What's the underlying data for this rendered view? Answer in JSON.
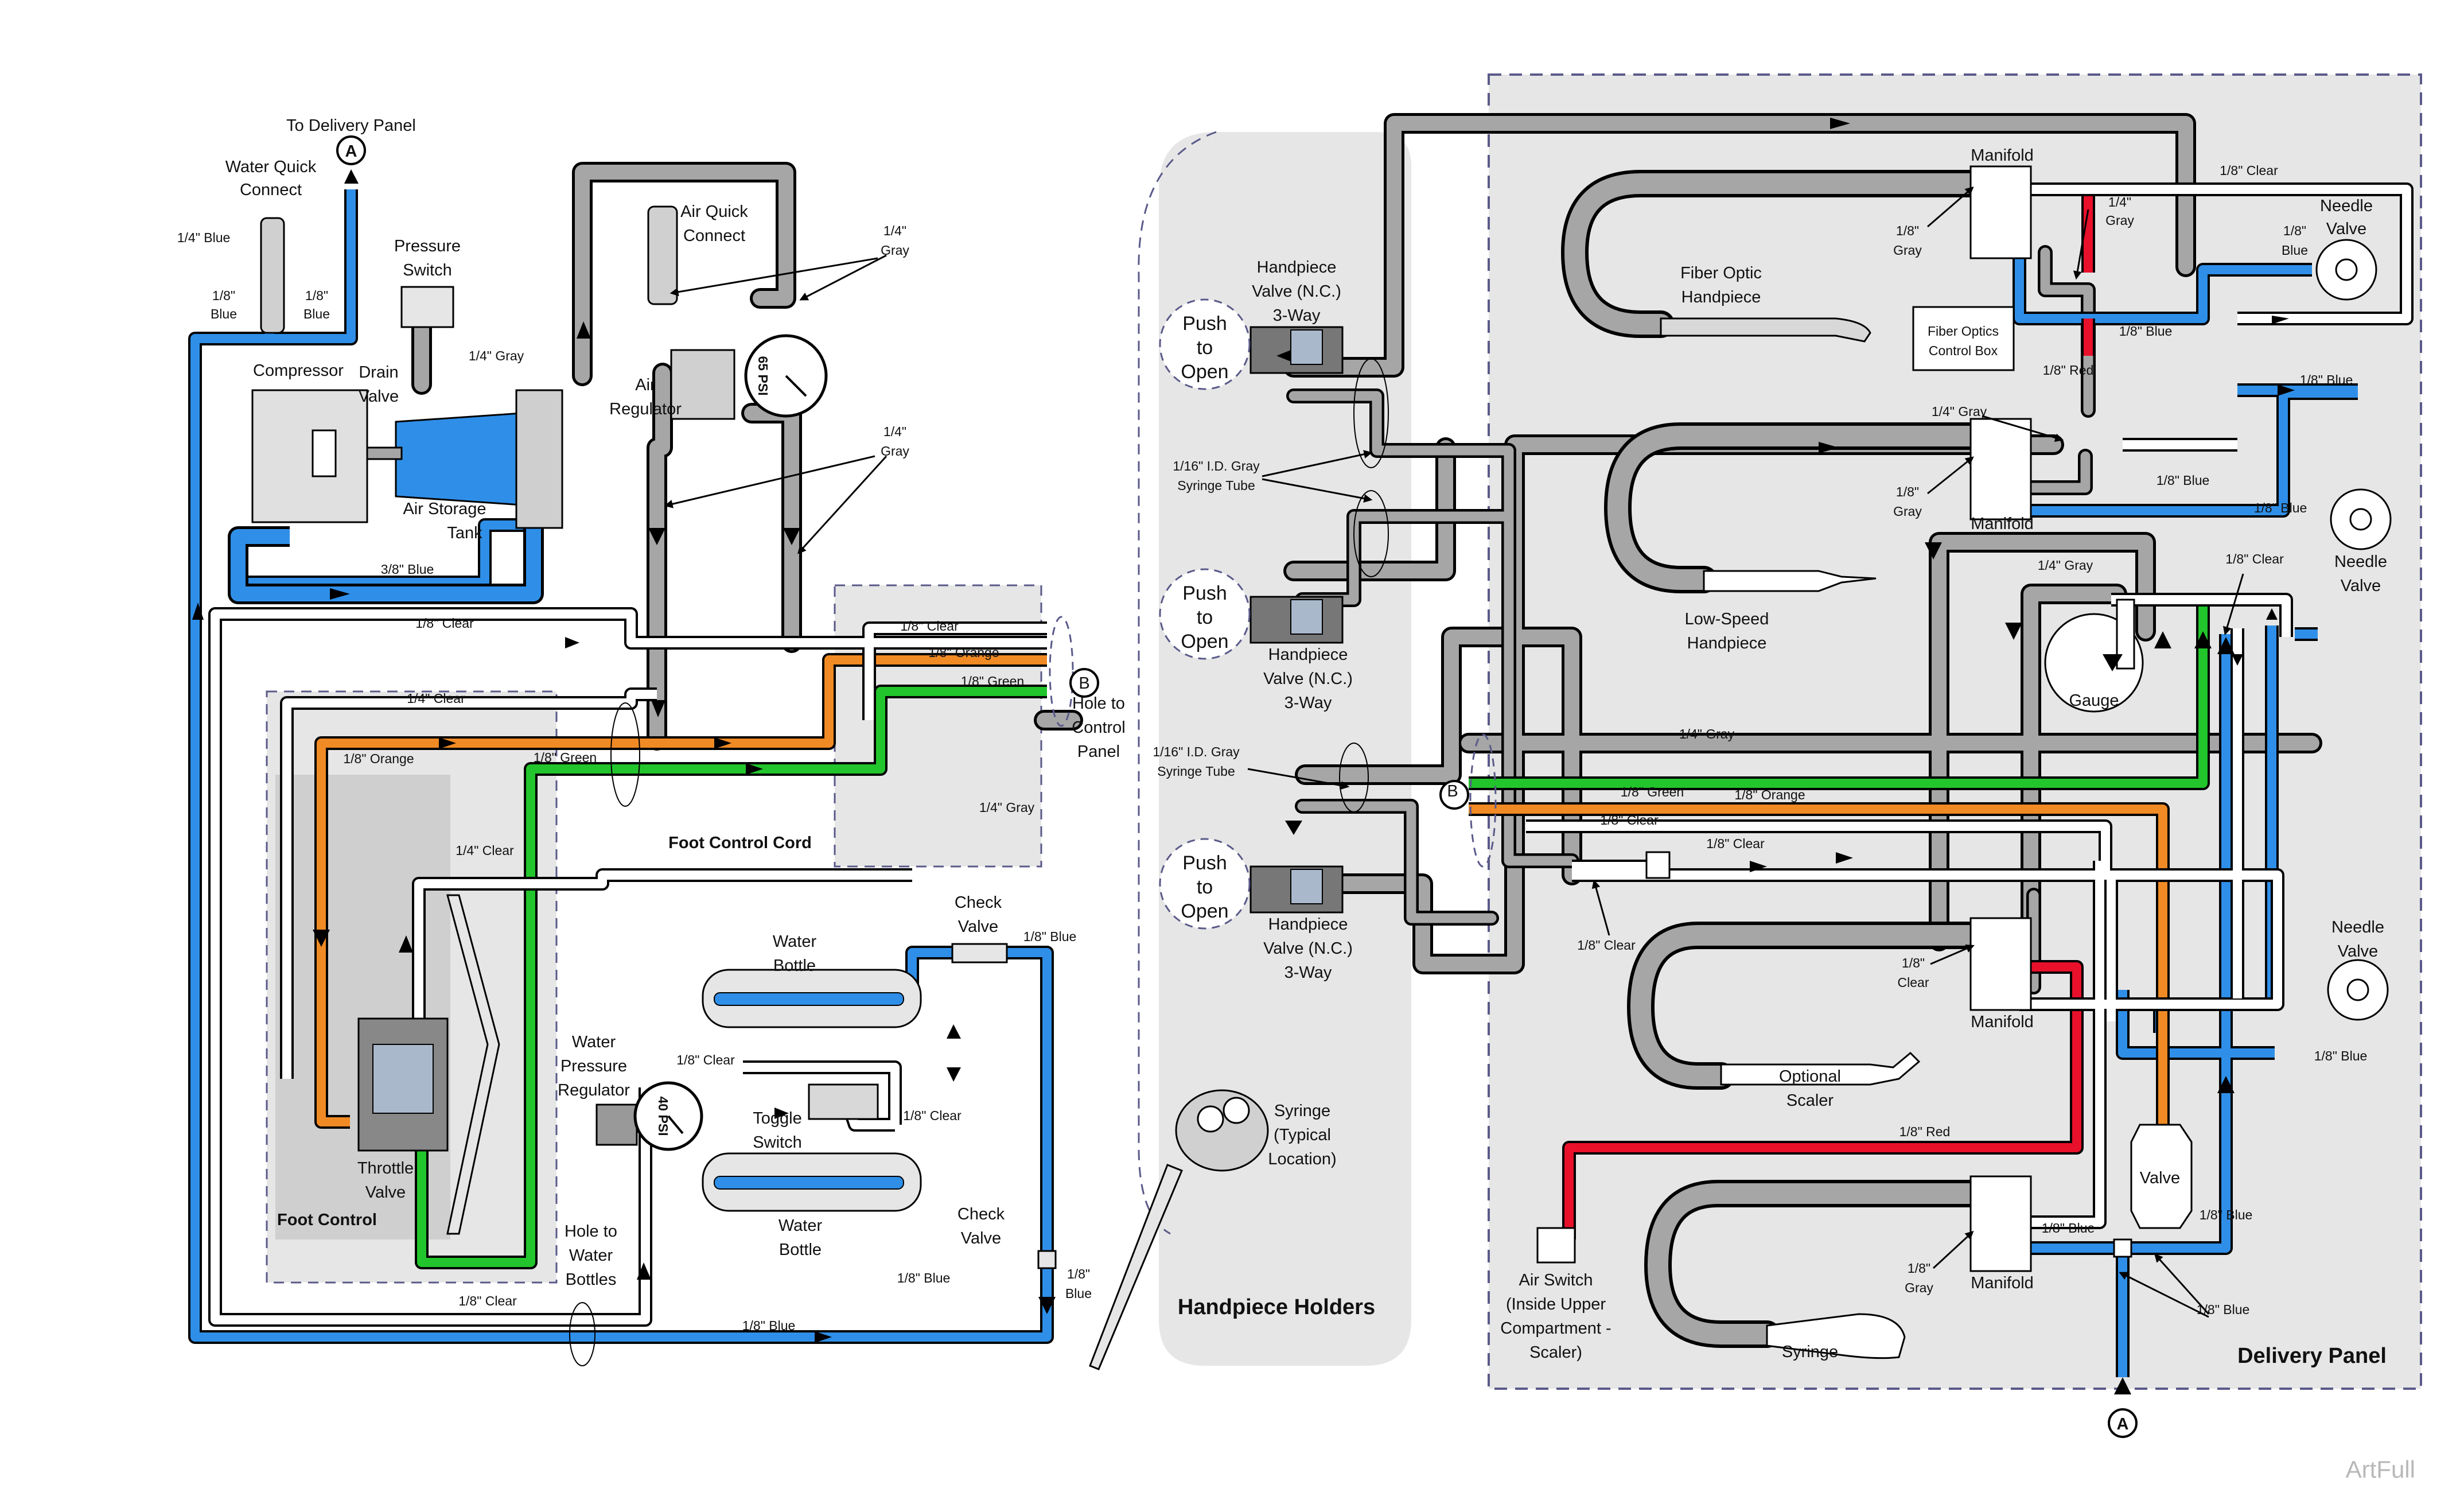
{
  "colors": {
    "gray_tube": "#a6a6a6",
    "blue_tube": "#2f8fe8",
    "green_tube": "#22c52c",
    "orange_tube": "#f08a24",
    "red_tube": "#e8102a",
    "clear_tube": "#ffffff",
    "panel_fill": "#e6e6e6",
    "dash_border": "#5a5a8a"
  },
  "callouts": {
    "a": "A",
    "b": "B"
  },
  "left": {
    "to_delivery_panel": "To Delivery Panel",
    "water_quick_connect": [
      "Water Quick",
      "Connect"
    ],
    "blue_14": [
      "1/4\" Blue"
    ],
    "blue_18_a": [
      "1/8\"",
      "Blue"
    ],
    "blue_18_b": [
      "1/8\"",
      "Blue"
    ],
    "pressure_switch": [
      "Pressure",
      "Switch"
    ],
    "air_quick_connect": [
      "Air Quick",
      "Connect"
    ],
    "gray_14_top": [
      "1/4\"",
      "Gray"
    ],
    "gray_14_line": "1/4\" Gray",
    "compressor": "Compressor",
    "drain_valve": [
      "Drain",
      "Valve"
    ],
    "air_regulator": [
      "Air",
      "Regulator"
    ],
    "gauge_65": "65 PSI",
    "gray_14_mid": [
      "1/4\"",
      "Gray"
    ],
    "air_storage_tank": [
      "Air Storage",
      "Tank"
    ],
    "blue_38": "3/8\" Blue",
    "clear_18_top": "1/8\" Clear",
    "clear_14": "1/4\" Clear",
    "orange_18_left": "1/8\" Orange",
    "green_18_left": "1/8\" Green",
    "clear_18_cord": "1/8\" Clear",
    "orange_18_cord": "1/8\" Orange",
    "green_18_cord": "1/8\" Green",
    "hole_to_panel": [
      "Hole to",
      "Control",
      "Panel"
    ],
    "gray_14_cord": "1/4\" Gray",
    "foot_control_cord": "Foot Control Cord",
    "clear_14_b": "1/4\" Clear",
    "throttle_valve": [
      "Throttle",
      "Valve"
    ],
    "foot_control": "Foot Control",
    "water_bottle_1": [
      "Water",
      "Bottle"
    ],
    "check_valve_1": [
      "Check",
      "Valve"
    ],
    "blue_18_cv1": "1/8\" Blue",
    "water_pressure_regulator": [
      "Water",
      "Pressure",
      "Regulator"
    ],
    "gauge_40": "40 PSI",
    "clear_18_wpr": "1/8\" Clear",
    "toggle_switch": [
      "Toggle",
      "Switch"
    ],
    "clear_18_toggle": "1/8\" Clear",
    "water_bottle_2": [
      "Water",
      "Bottle"
    ],
    "check_valve_2": [
      "Check",
      "Valve"
    ],
    "blue_18_cv2": "1/8\" Blue",
    "blue_18_right": [
      "1/8\"",
      "Blue"
    ],
    "hole_to_bottles": [
      "Hole to",
      "Water",
      "Bottles"
    ],
    "clear_18_bottom": "1/8\" Clear",
    "blue_18_bottom": "1/8\" Blue"
  },
  "holders": {
    "push_to_open": [
      "Push",
      "to",
      "Open"
    ],
    "hp_valve_1": [
      "Handpiece",
      "Valve (N.C.)",
      "3-Way"
    ],
    "syringe_tube_1": [
      "1/16\" I.D. Gray",
      "Syringe Tube"
    ],
    "hp_valve_2": [
      "Handpiece",
      "Valve (N.C.)",
      "3-Way"
    ],
    "syringe_tube_2": [
      "1/16\" I.D. Gray",
      "Syringe Tube"
    ],
    "hp_valve_3": [
      "Handpiece",
      "Valve (N.C.)",
      "3-Way"
    ],
    "syringe": [
      "Syringe",
      "(Typical",
      "Location)"
    ],
    "title": "Handpiece Holders"
  },
  "delivery": {
    "manifold": "Manifold",
    "clear_18_top": "1/8\" Clear",
    "gray_14_m1": [
      "1/4\"",
      "Gray"
    ],
    "gray_18_m1": [
      "1/8\"",
      "Gray"
    ],
    "needle_valve_1": [
      "Needle",
      "Valve"
    ],
    "blue_18_nv1": [
      "1/8\"",
      "Blue"
    ],
    "fiber_optic_handpiece": [
      "Fiber Optic",
      "Handpiece"
    ],
    "fiber_optics_box": [
      "Fiber Optics",
      "Control Box"
    ],
    "blue_18_m1": "1/8\" Blue",
    "red_18_m1": "1/8\" Red",
    "blue_18_nv2top": "1/8\" Blue",
    "gray_14_m2": "1/4\" Gray",
    "gray_18_m2": [
      "1/8\"",
      "Gray"
    ],
    "blue_18_m2": "1/8\" Blue",
    "blue_18_m2b": "1/8\" Blue",
    "needle_valve_2": [
      "Needle",
      "Valve"
    ],
    "low_speed_handpiece": [
      "Low-Speed",
      "Handpiece"
    ],
    "gray_14_g": "1/4\" Gray",
    "clear_18_g": "1/8\" Clear",
    "gauge": "Gauge",
    "gray_14_bus": "1/4\" Gray",
    "green_18_bus": "1/8\" Green",
    "orange_18_bus": "1/8\" Orange",
    "clear_18_bus1": "1/8\" Clear",
    "clear_18_bus2": "1/8\" Clear",
    "clear_18_bus3": "1/8\" Clear",
    "clear_18_m3": [
      "1/8\"",
      "Clear"
    ],
    "needle_valve_3": [
      "Needle",
      "Valve"
    ],
    "blue_18_nv3": "1/8\" Blue",
    "optional_scaler": [
      "Optional",
      "Scaler"
    ],
    "red_18_m4": "1/8\" Red",
    "valve": "Valve",
    "blue_18_valve": "1/8\" Blue",
    "air_switch": [
      "Air Switch",
      "(Inside Upper",
      "Compartment -",
      "Scaler)"
    ],
    "gray_18_m4": [
      "1/8\"",
      "Gray"
    ],
    "blue_18_m4": "1/8\" Blue",
    "blue_18_m4b": "1/8\" Blue",
    "syringe": "Syringe",
    "title": "Delivery Panel"
  },
  "watermark": "ArtFull"
}
